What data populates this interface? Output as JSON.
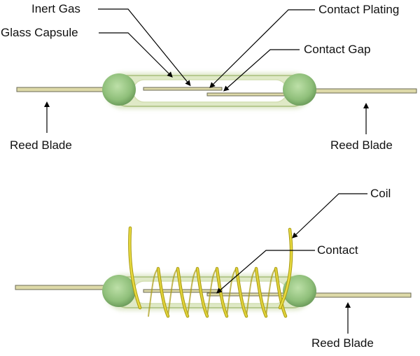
{
  "diagram": {
    "upper": {
      "labels": {
        "inert_gas": "Inert Gas",
        "glass_capsule": "Glass Capsule",
        "contact_plating": "Contact Plating",
        "contact_gap": "Contact Gap",
        "reed_blade_left": "Reed Blade",
        "reed_blade_right": "Reed Blade"
      }
    },
    "lower": {
      "labels": {
        "coil": "Coil",
        "contact": "Contact",
        "reed_blade": "Reed Blade"
      }
    },
    "colors": {
      "blade": "#ddd9a8",
      "blade_stroke": "#6b6a55",
      "glass": "#e6eed2",
      "glass_edge": "#b6c98f",
      "bead": "#8fbf7a",
      "coil": "#e0d23a",
      "coil_dark": "#a89a10",
      "leader": "#000000"
    }
  }
}
